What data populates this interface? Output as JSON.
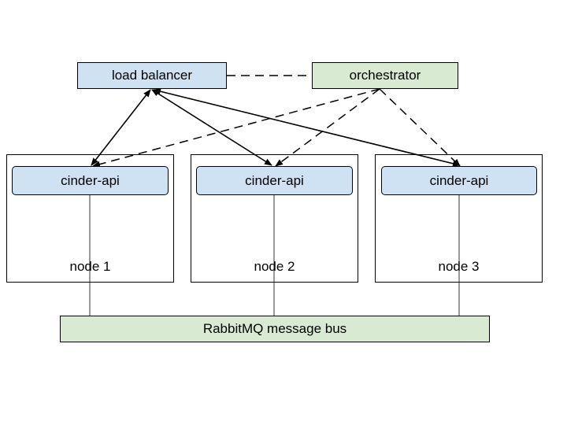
{
  "load_balancer": {
    "label": "load balancer"
  },
  "orchestrator": {
    "label": "orchestrator"
  },
  "nodes": [
    {
      "label": "node 1",
      "api_label": "cinder-api"
    },
    {
      "label": "node 2",
      "api_label": "cinder-api"
    },
    {
      "label": "node 3",
      "api_label": "cinder-api"
    }
  ],
  "message_bus": {
    "label": "RabbitMQ message bus"
  },
  "colors": {
    "blue_fill": "#cfe2f3",
    "green_fill": "#d9ead3",
    "line": "#000000"
  }
}
